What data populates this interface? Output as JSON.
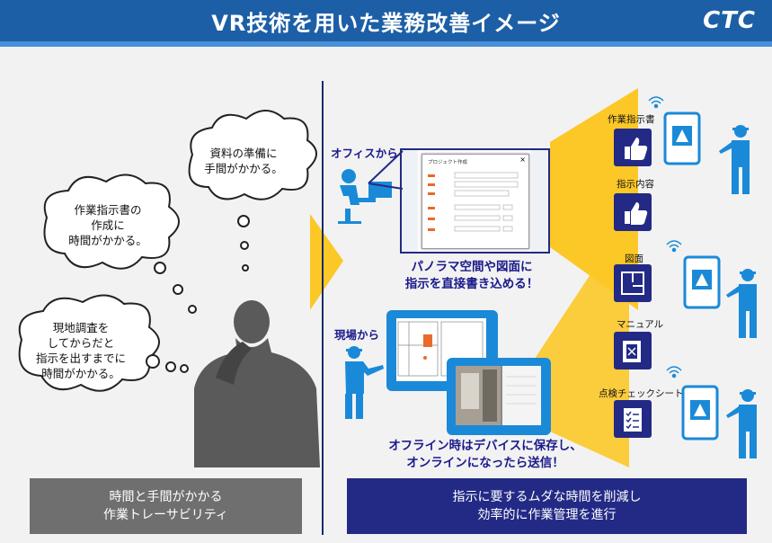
{
  "header": {
    "title": "VR技術を用いた業務改善イメージ",
    "logo": "CTC"
  },
  "left": {
    "bubbles": [
      {
        "lines": [
          "資料の準備に",
          "手間がかかる。"
        ]
      },
      {
        "lines": [
          "作業指示書の",
          "作成に",
          "時間がかかる。"
        ]
      },
      {
        "lines": [
          "現地調査を",
          "してからだと",
          "指示を出すまでに",
          "時間がかかる。"
        ]
      }
    ],
    "summary": [
      "時間と手間がかかる",
      "作業トレーサビリティ"
    ]
  },
  "right": {
    "office_label": "オフィスから",
    "field_label": "現場から",
    "caption_top": [
      "パノラマ空間や図面に",
      "指示を直接書き込める！"
    ],
    "caption_bottom": [
      "オフライン時はデバイスに保存し、",
      "オンラインになったら送信！"
    ],
    "summary": [
      "指示に要するムダな時間を削減し",
      "効率的に作業管理を進行"
    ],
    "window_title": "プロジェクト作成",
    "tiles": [
      {
        "label": "作業指示書",
        "icon": "thumbs-up-icon"
      },
      {
        "label": "指示内容",
        "icon": "thumbs-up-icon"
      },
      {
        "label": "図面",
        "icon": "floor-plan-icon"
      },
      {
        "label": "マニュアル",
        "icon": "manual-book-icon"
      },
      {
        "label": "点検チェックシート",
        "icon": "checklist-icon"
      }
    ]
  },
  "colors": {
    "header": "#1d5fa6",
    "navy": "#232a85",
    "accent_blue": "#1a8ad8",
    "yellow": "#fcc827",
    "gray_box": "#6f6f6f"
  }
}
